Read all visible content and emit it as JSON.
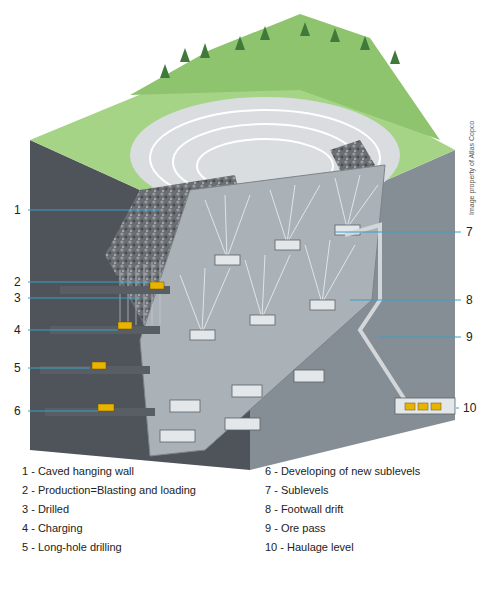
{
  "diagram": {
    "labels": [
      "1",
      "2",
      "3",
      "4",
      "5",
      "6",
      "7",
      "8",
      "9",
      "10",
      "1 - Caved hanging wall",
      "2 - Production=Blasting and loading",
      "3 - Drilled",
      "4 - Charging",
      "5 - Long-hole drilling",
      "6 - Developing of new sublevels",
      "7 - Sublevels",
      "8 - Footwall drift",
      "9 - Ore pass",
      "10 - Haulage level",
      "Image property of Atlas Copco"
    ]
  }
}
